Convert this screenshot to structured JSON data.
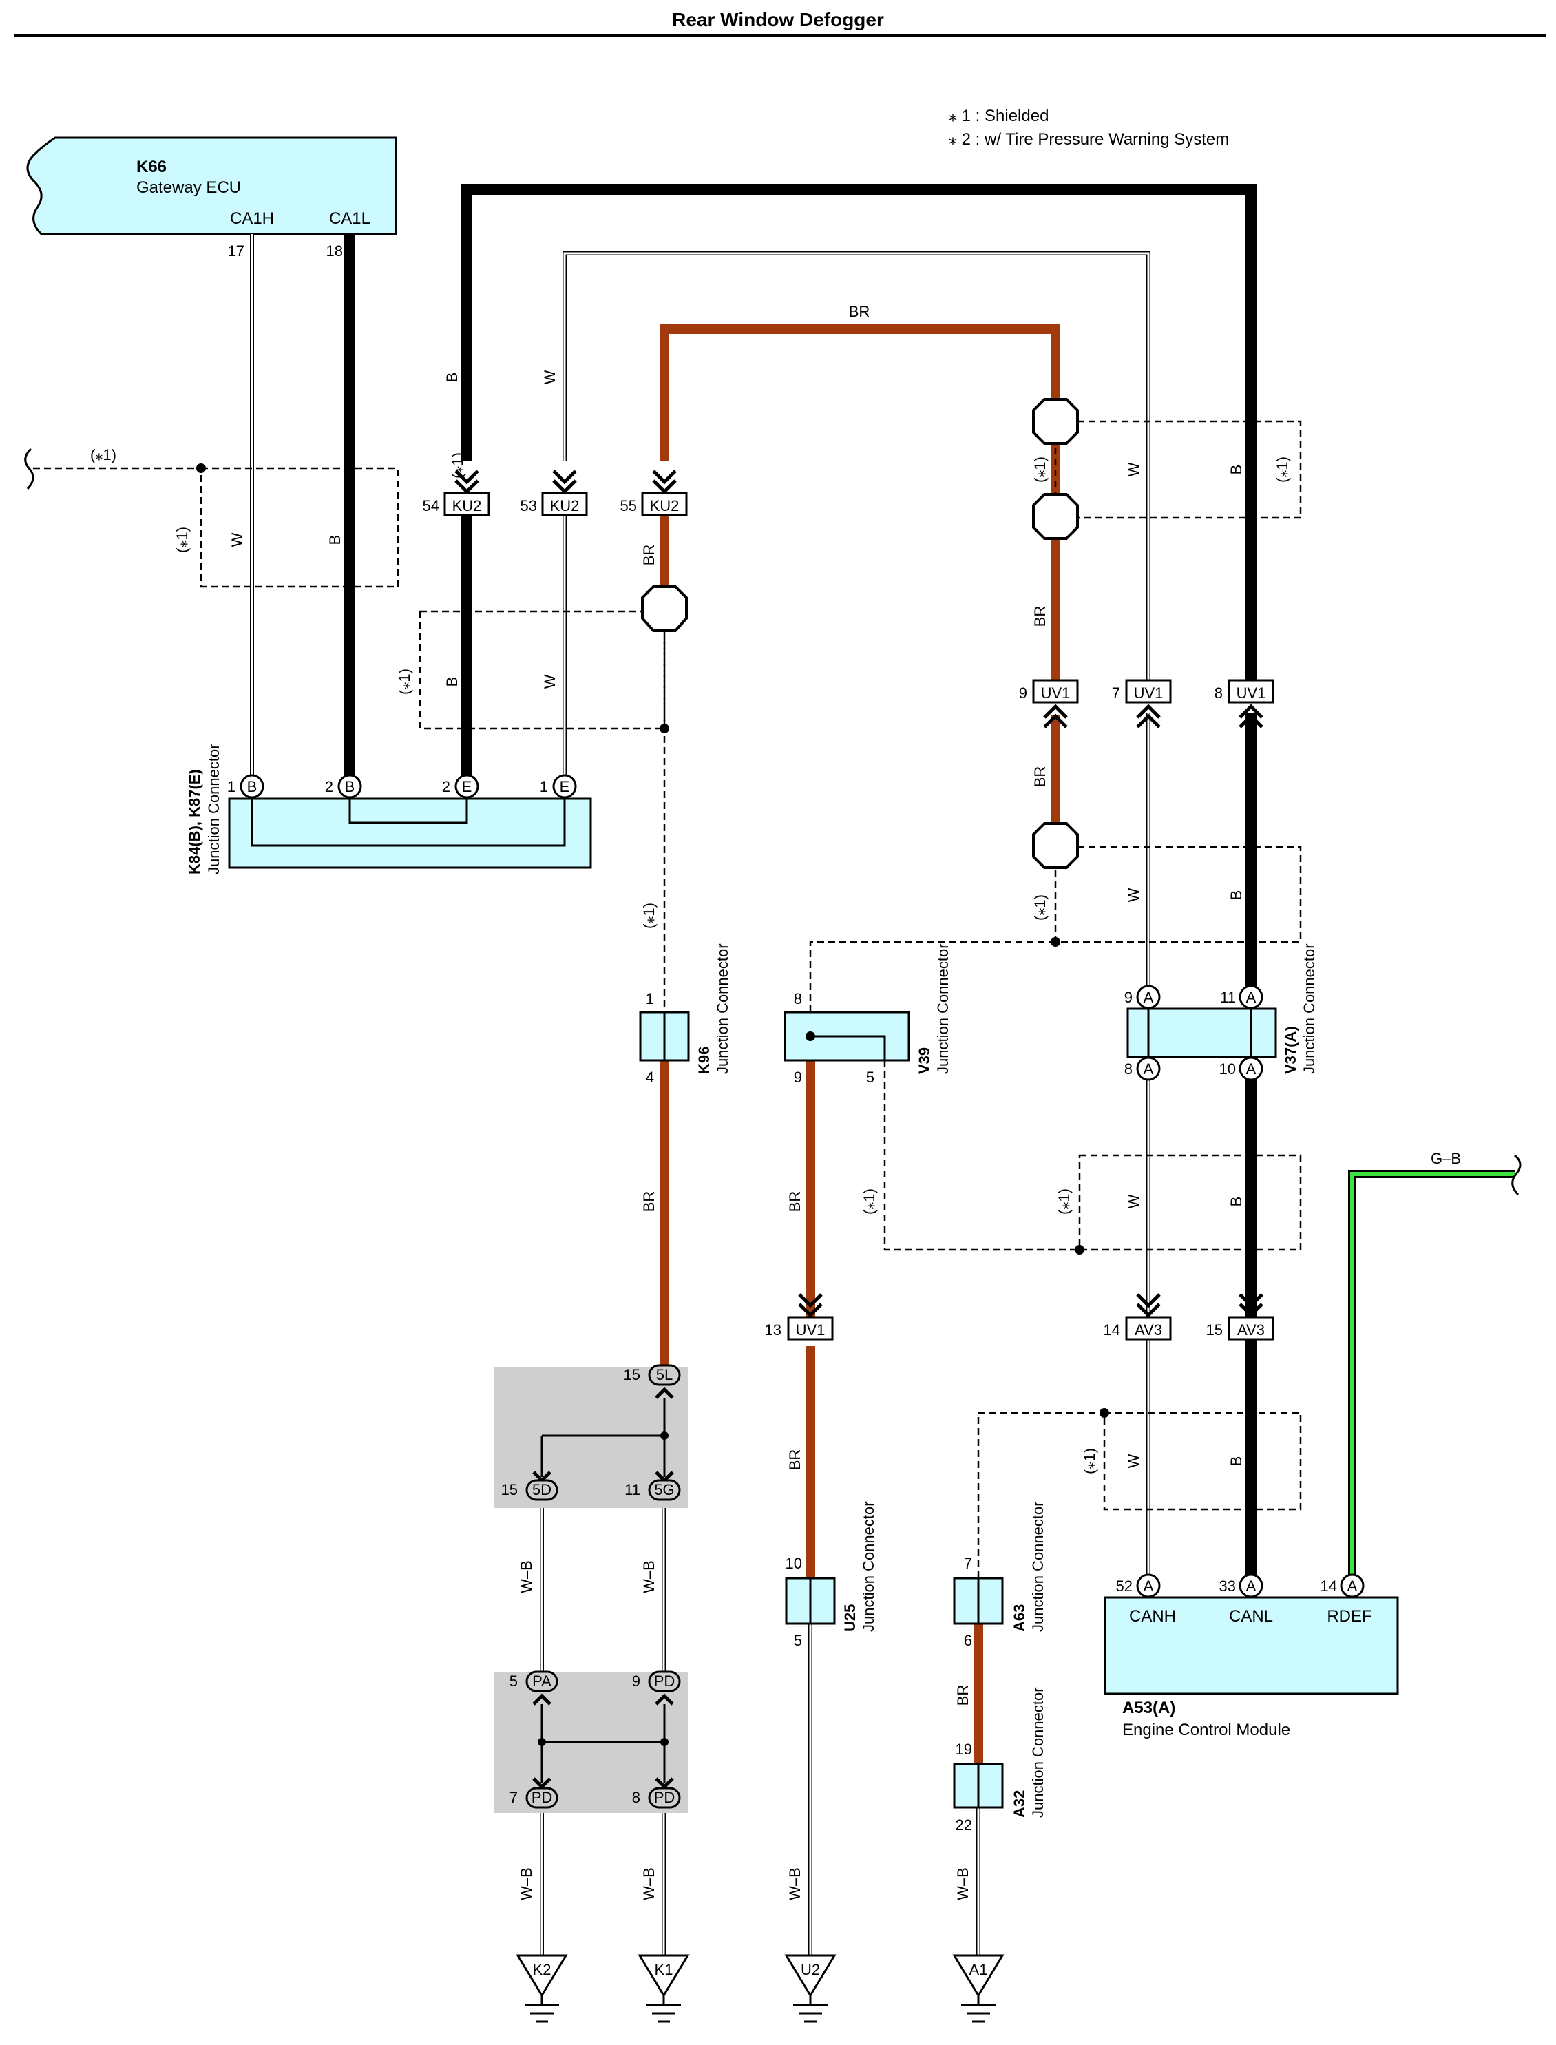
{
  "title": "Rear Window Defogger",
  "notes": [
    "⁎ 1 : Shielded",
    "⁎ 2 : w/ Tire Pressure Warning System"
  ],
  "shield_label": "(⁎1)",
  "colors": {
    "B": "#000000",
    "W": "#ffffff",
    "BR": "#a33a0e",
    "G-B": "#3fe33f",
    "component_fill": "#ccfaff",
    "connector_shade": "#cfcfcf"
  },
  "wire_colors": {
    "B": "B",
    "W": "W",
    "BR": "BR",
    "WB": "W–B",
    "GB": "G–B"
  },
  "gateway": {
    "code": "K66",
    "name": "Gateway ECU",
    "pin_canh": "CA1H",
    "pin_canl": "CA1L",
    "pin_canh_no": "17",
    "pin_canl_no": "18"
  },
  "jc_k84": {
    "code": "K84(B), K87(E)",
    "name": "Junction Connector",
    "pins": [
      "1",
      "2",
      "2",
      "1"
    ],
    "letters": [
      "B",
      "B",
      "E",
      "E"
    ]
  },
  "ku2": {
    "name": "KU2",
    "pins": [
      "54",
      "53",
      "55"
    ]
  },
  "uv1_top": {
    "name": "UV1",
    "pins": [
      "9",
      "7",
      "8"
    ]
  },
  "k96": {
    "code": "K96",
    "name": "Junction Connector",
    "pin_top": "1",
    "pin_bottom": "4"
  },
  "v39": {
    "code": "V39",
    "name": "Junction Connector",
    "pins": [
      "8",
      "9",
      "5"
    ]
  },
  "v37": {
    "code": "V37(A)",
    "name": "Junction Connector",
    "pins": [
      "9",
      "11",
      "8",
      "10"
    ],
    "letter": "A"
  },
  "uv1_mid": {
    "name": "UV1",
    "pin": "13"
  },
  "av3": {
    "name": "AV3",
    "pins": [
      "14",
      "15"
    ]
  },
  "u25": {
    "code": "U25",
    "name": "Junction Connector",
    "pin_top": "10",
    "pin_bottom": "5"
  },
  "a63": {
    "code": "A63",
    "name": "Junction Connector",
    "pin_top": "7",
    "pin_bottom": "6"
  },
  "a32": {
    "code": "A32",
    "name": "Junction Connector",
    "pin_top": "19",
    "pin_bottom": "22"
  },
  "ecm": {
    "code": "A53(A)",
    "name": "Engine Control Module",
    "pins": [
      "52",
      "33",
      "14"
    ],
    "pin_names": [
      "CANH",
      "CANL",
      "RDEF"
    ],
    "letter": "A"
  },
  "ground_connectors": {
    "top": [
      {
        "pin": "15",
        "name": "5L"
      }
    ],
    "mid": [
      {
        "pin": "15",
        "name": "5D"
      },
      {
        "pin": "11",
        "name": "5G"
      }
    ],
    "lower_top": [
      {
        "pin": "5",
        "name": "PA"
      },
      {
        "pin": "9",
        "name": "PD"
      }
    ],
    "lower_bottom": [
      {
        "pin": "7",
        "name": "PD"
      },
      {
        "pin": "8",
        "name": "PD"
      }
    ]
  },
  "grounds": [
    "K2",
    "K1",
    "U2",
    "A1"
  ]
}
